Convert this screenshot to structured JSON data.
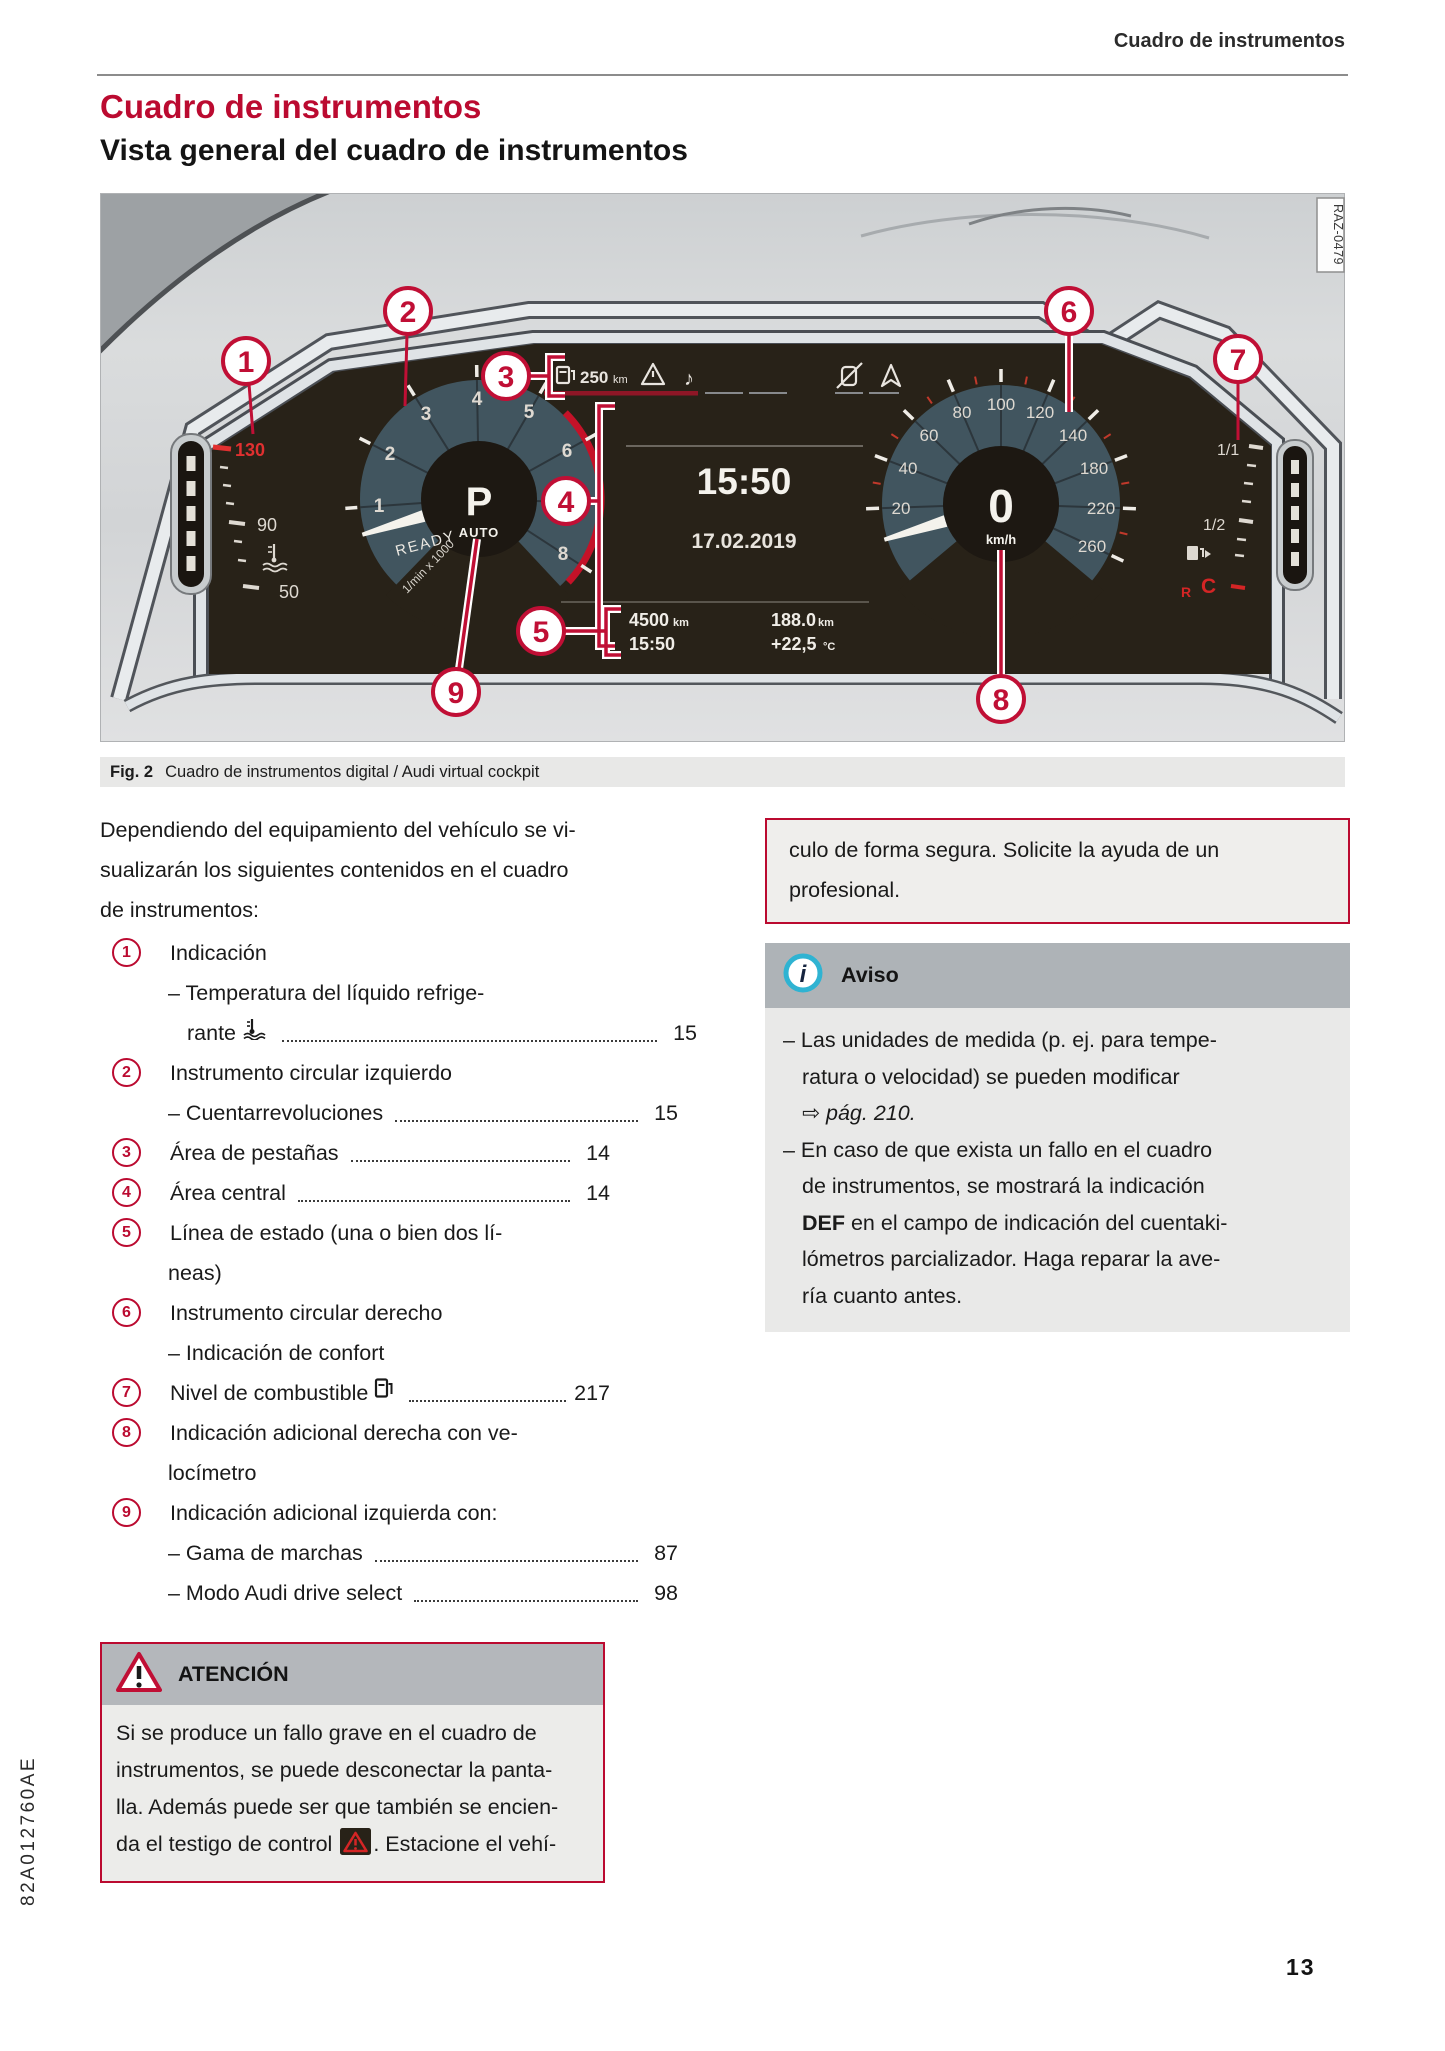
{
  "page": {
    "running_header": "Cuadro de instrumentos",
    "page_number": "13",
    "binding_code": "82A012760AE"
  },
  "headings": {
    "title": "Cuadro de instrumentos",
    "subtitle": "Vista general del cuadro de instrumentos"
  },
  "figure": {
    "caption_label": "Fig. 2",
    "caption": "Cuadro de instrumentos digital / Audi virtual cockpit",
    "image_code": "RAZ-0479",
    "colors": {
      "accent": "#bb0a30",
      "screen": "#282218",
      "dial": "#41555f"
    },
    "temp_gauge": {
      "labels": [
        "130",
        "90",
        "50"
      ]
    },
    "tach": {
      "labels": [
        "1",
        "2",
        "3",
        "4",
        "5",
        "6",
        "8"
      ],
      "gear": "P",
      "mode": "AUTO",
      "status": "READY",
      "unit": "1/min x 1000"
    },
    "tab_bar": {
      "range": "250",
      "range_unit": "km",
      "icons": [
        "fuel-pump-icon",
        "warning-triangle-icon",
        "music-note-icon",
        "phone-off-icon",
        "nav-arrow-icon"
      ]
    },
    "center_display": {
      "time": "15:50",
      "date": "17.02.2019"
    },
    "status_line": {
      "odometer": "4500",
      "odometer_unit": "km",
      "time": "15:50",
      "trip": "188.0",
      "trip_unit": "km",
      "temperature": "+22,5",
      "temperature_unit": "°C"
    },
    "speedo": {
      "labels": [
        "20",
        "40",
        "60",
        "80",
        "100",
        "120",
        "140",
        "180",
        "220",
        "260"
      ],
      "value": "0",
      "unit": "km/h"
    },
    "fuel_gauge": {
      "labels": [
        "1/1",
        "1/2"
      ],
      "reserve": "R",
      "warning": "C"
    },
    "callouts": [
      "1",
      "2",
      "3",
      "4",
      "5",
      "6",
      "7",
      "8",
      "9"
    ]
  },
  "intro_lines": [
    "Dependiendo del equipamiento del vehículo se vi-",
    "sualizarán los siguientes contenidos en el cuadro",
    "de instrumentos:"
  ],
  "toc": {
    "rows": [
      {
        "type": "item",
        "num": "1",
        "text": "Indicación"
      },
      {
        "type": "sub",
        "text": "– Temperatura del líquido refrige-"
      },
      {
        "type": "cont2",
        "text": "rante",
        "icon": "coolant-icon",
        "page": "15"
      },
      {
        "type": "item",
        "num": "2",
        "text": "Instrumento circular izquierdo"
      },
      {
        "type": "sub",
        "text": "– Cuentarrevoluciones",
        "page": "15"
      },
      {
        "type": "item",
        "num": "3",
        "text": "Área de pestañas",
        "page": "14"
      },
      {
        "type": "item",
        "num": "4",
        "text": "Área central",
        "page": "14"
      },
      {
        "type": "item",
        "num": "5",
        "text": "Línea de estado (una o bien dos lí-"
      },
      {
        "type": "cont",
        "text": "neas)"
      },
      {
        "type": "item",
        "num": "6",
        "text": "Instrumento circular derecho"
      },
      {
        "type": "sub",
        "text": "– Indicación de confort"
      },
      {
        "type": "item",
        "num": "7",
        "text": "Nivel de combustible",
        "icon": "fuel-pump-outline-icon",
        "page": "217"
      },
      {
        "type": "item",
        "num": "8",
        "text": "Indicación adicional derecha con ve-"
      },
      {
        "type": "cont",
        "text": "locímetro"
      },
      {
        "type": "item",
        "num": "9",
        "text": "Indicación adicional izquierda con:"
      },
      {
        "type": "sub",
        "text": "– Gama de marchas",
        "page": "87"
      },
      {
        "type": "sub",
        "text": "– Modo Audi drive select",
        "page": "98"
      }
    ]
  },
  "attention_box": {
    "title": "ATENCIÓN",
    "lines": [
      [
        {
          "t": "Si se produce un fallo grave en el cuadro de"
        }
      ],
      [
        {
          "t": "instrumentos, se puede desconectar la panta-"
        }
      ],
      [
        {
          "t": "lla. Además puede ser que también se encien-"
        }
      ],
      [
        {
          "t": "da el testigo de control "
        },
        {
          "icon": "warning-badge-icon"
        },
        {
          "t": ". Estacione el vehí-"
        }
      ]
    ]
  },
  "attention_continuation": {
    "lines": [
      "culo de forma segura. Solicite la ayuda de un",
      "profesional."
    ]
  },
  "notice_box": {
    "title": "Aviso",
    "items": [
      {
        "lines": [
          [
            {
              "t": "– Las unidades de medida (p. ej. para tempe-"
            }
          ],
          [
            {
              "t": "ratura o velocidad) se pueden modificar"
            }
          ],
          [
            {
              "t": "⇨ "
            },
            {
              "t": "pág. 210.",
              "i": true
            }
          ]
        ]
      },
      {
        "lines": [
          [
            {
              "t": "– En caso de que exista un fallo en el cuadro"
            }
          ],
          [
            {
              "t": "de instrumentos, se mostrará la indicación"
            }
          ],
          [
            {
              "t": "DEF",
              "b": true
            },
            {
              "t": " en el campo de indicación del cuentaki-"
            }
          ],
          [
            {
              "t": "lómetros parcializador. Haga reparar la ave-"
            }
          ],
          [
            {
              "t": "ría cuanto antes."
            }
          ]
        ]
      }
    ]
  }
}
